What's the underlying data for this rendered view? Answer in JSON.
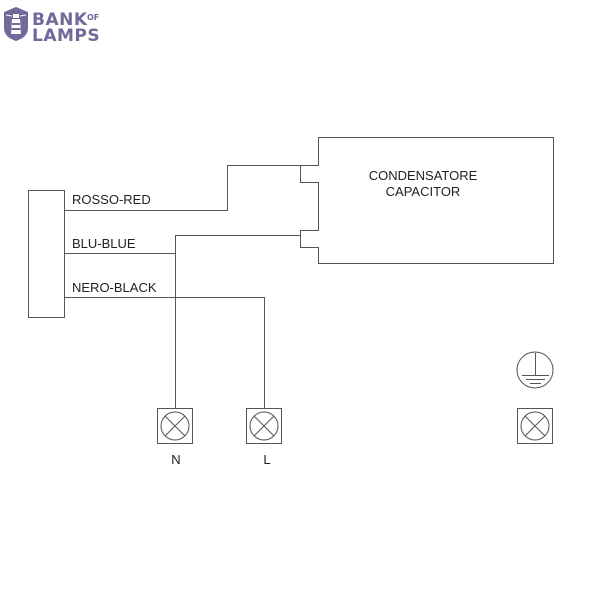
{
  "logo": {
    "line1": "BANK",
    "of": "OF",
    "line2": "LAMPS",
    "color": "#6e6a9a"
  },
  "capacitor": {
    "line1": "CONDENSATORE",
    "line2": "CAPACITOR"
  },
  "wires": {
    "red": "ROSSO-RED",
    "blue": "BLU-BLUE",
    "black": "NERO-BLACK"
  },
  "terminals": {
    "neutral": "N",
    "live": "L"
  },
  "icons": [
    "lighthouse-icon",
    "terminal-icon",
    "ground-icon"
  ],
  "line_color": "#555555"
}
